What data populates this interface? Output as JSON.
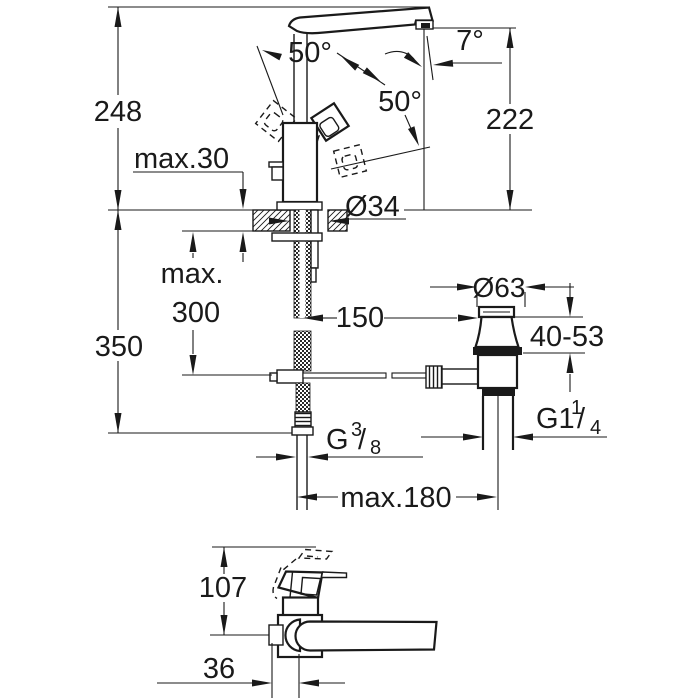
{
  "labels": {
    "height_total": "248",
    "deck_max": "max.30",
    "height_under": "350",
    "hose_max_1": "max.",
    "hose_max_2": "300",
    "swing_angle": "50°",
    "rotate_angle": "50°",
    "spout_angle": "7°",
    "spout_height": "222",
    "hole_dia": "Ø34",
    "rod_length": "150",
    "waste_dia": "Ø63",
    "clamp_range": "40-53",
    "waste_thread_main": "G1",
    "waste_thread_sup": "1",
    "waste_thread_slash": "/",
    "waste_thread_sub": "4",
    "supply_thread_main": "G",
    "supply_thread_sup": "3",
    "supply_thread_slash": "/",
    "supply_thread_sub": "8",
    "reach_max": "max.180",
    "front_height": "107",
    "front_depth": "36"
  },
  "colors": {
    "line": "#1a1a1a",
    "background": "#ffffff"
  }
}
